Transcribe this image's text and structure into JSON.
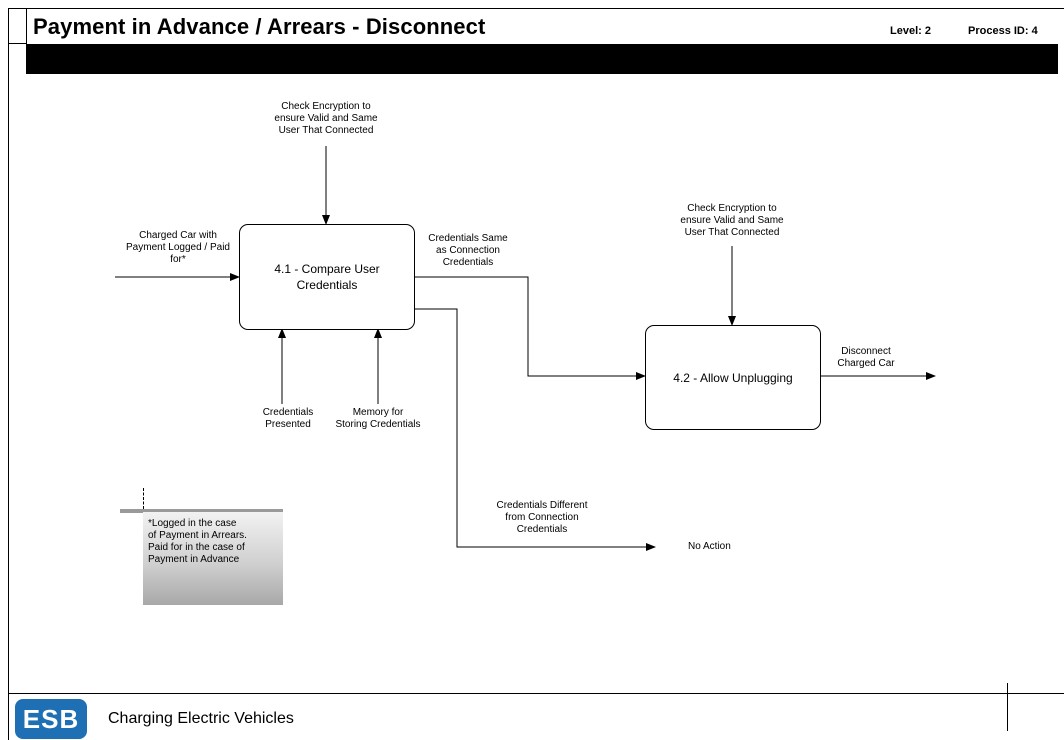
{
  "header": {
    "title": "Payment in Advance / Arrears - Disconnect",
    "level": "Level: 2",
    "process_id": "Process ID: 4"
  },
  "processes": [
    {
      "label_line1": "4.1 - Compare User",
      "label_line2": "Credentials"
    },
    {
      "label": "4.2 - Allow Unplugging"
    }
  ],
  "flows": {
    "control_41": [
      "Check Encryption to",
      "ensure Valid and Same",
      "User That Connected"
    ],
    "input_41": [
      "Charged Car with",
      "Payment Logged / Paid",
      "for*"
    ],
    "output_same": [
      "Credentials Same",
      "as Connection",
      "Credentials"
    ],
    "mech_presented": [
      "Credentials",
      "Presented"
    ],
    "mech_memory": [
      "Memory for",
      "Storing Credentials"
    ],
    "control_42": [
      "Check Encryption to",
      "ensure Valid and Same",
      "User That Connected"
    ],
    "output_disconnect": [
      "Disconnect",
      "Charged Car"
    ],
    "output_different": [
      "Credentials Different",
      "from Connection",
      "Credentials"
    ],
    "no_action": "No Action"
  },
  "note": [
    "*Logged in the case",
    "of Payment in Arrears.",
    "Paid for in the case of",
    "Payment in Advance"
  ],
  "footer": {
    "title": "Charging Electric Vehicles",
    "logo_text": "ESB"
  }
}
